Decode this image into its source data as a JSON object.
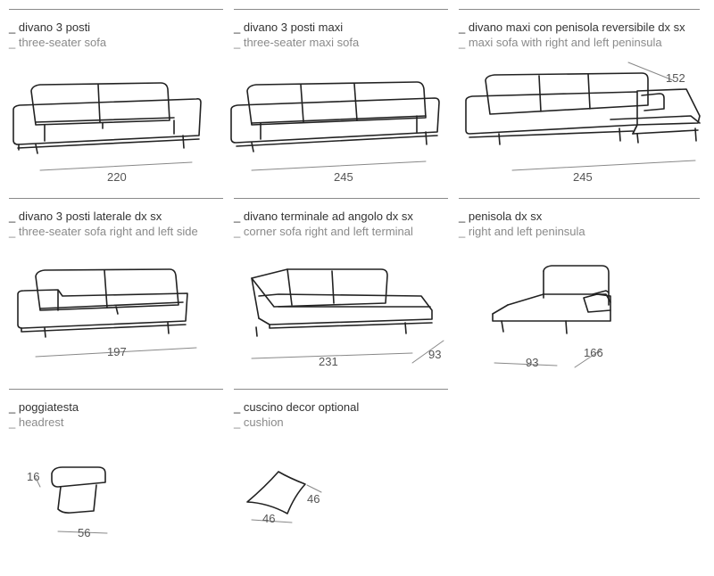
{
  "items": [
    {
      "it": "_ divano 3 posti",
      "en": "_ three-seater sofa",
      "dims": [
        "220"
      ]
    },
    {
      "it": "_ divano 3 posti maxi",
      "en": "_ three-seater maxi sofa",
      "dims": [
        "245"
      ]
    },
    {
      "it": "_ divano maxi con penisola reversibile dx sx",
      "en": "_ maxi sofa with right and left peninsula",
      "dims": [
        "152",
        "245"
      ]
    },
    {
      "it": "_ divano 3 posti laterale dx sx",
      "en": "_ three-seater sofa right and left side",
      "dims": [
        "197"
      ]
    },
    {
      "it": "_ divano terminale ad angolo dx sx",
      "en": "_ corner sofa right and left terminal",
      "dims": [
        "231",
        "93"
      ]
    },
    {
      "it": "_ penisola dx sx",
      "en": "_ right and left peninsula",
      "dims": [
        "93",
        "166"
      ]
    },
    {
      "it": "_ poggiatesta",
      "en": "_ headrest",
      "dims": [
        "16",
        "56"
      ]
    },
    {
      "it": "_ cuscino decor optional",
      "en": "_ cushion",
      "dims": [
        "46",
        "46"
      ]
    }
  ]
}
